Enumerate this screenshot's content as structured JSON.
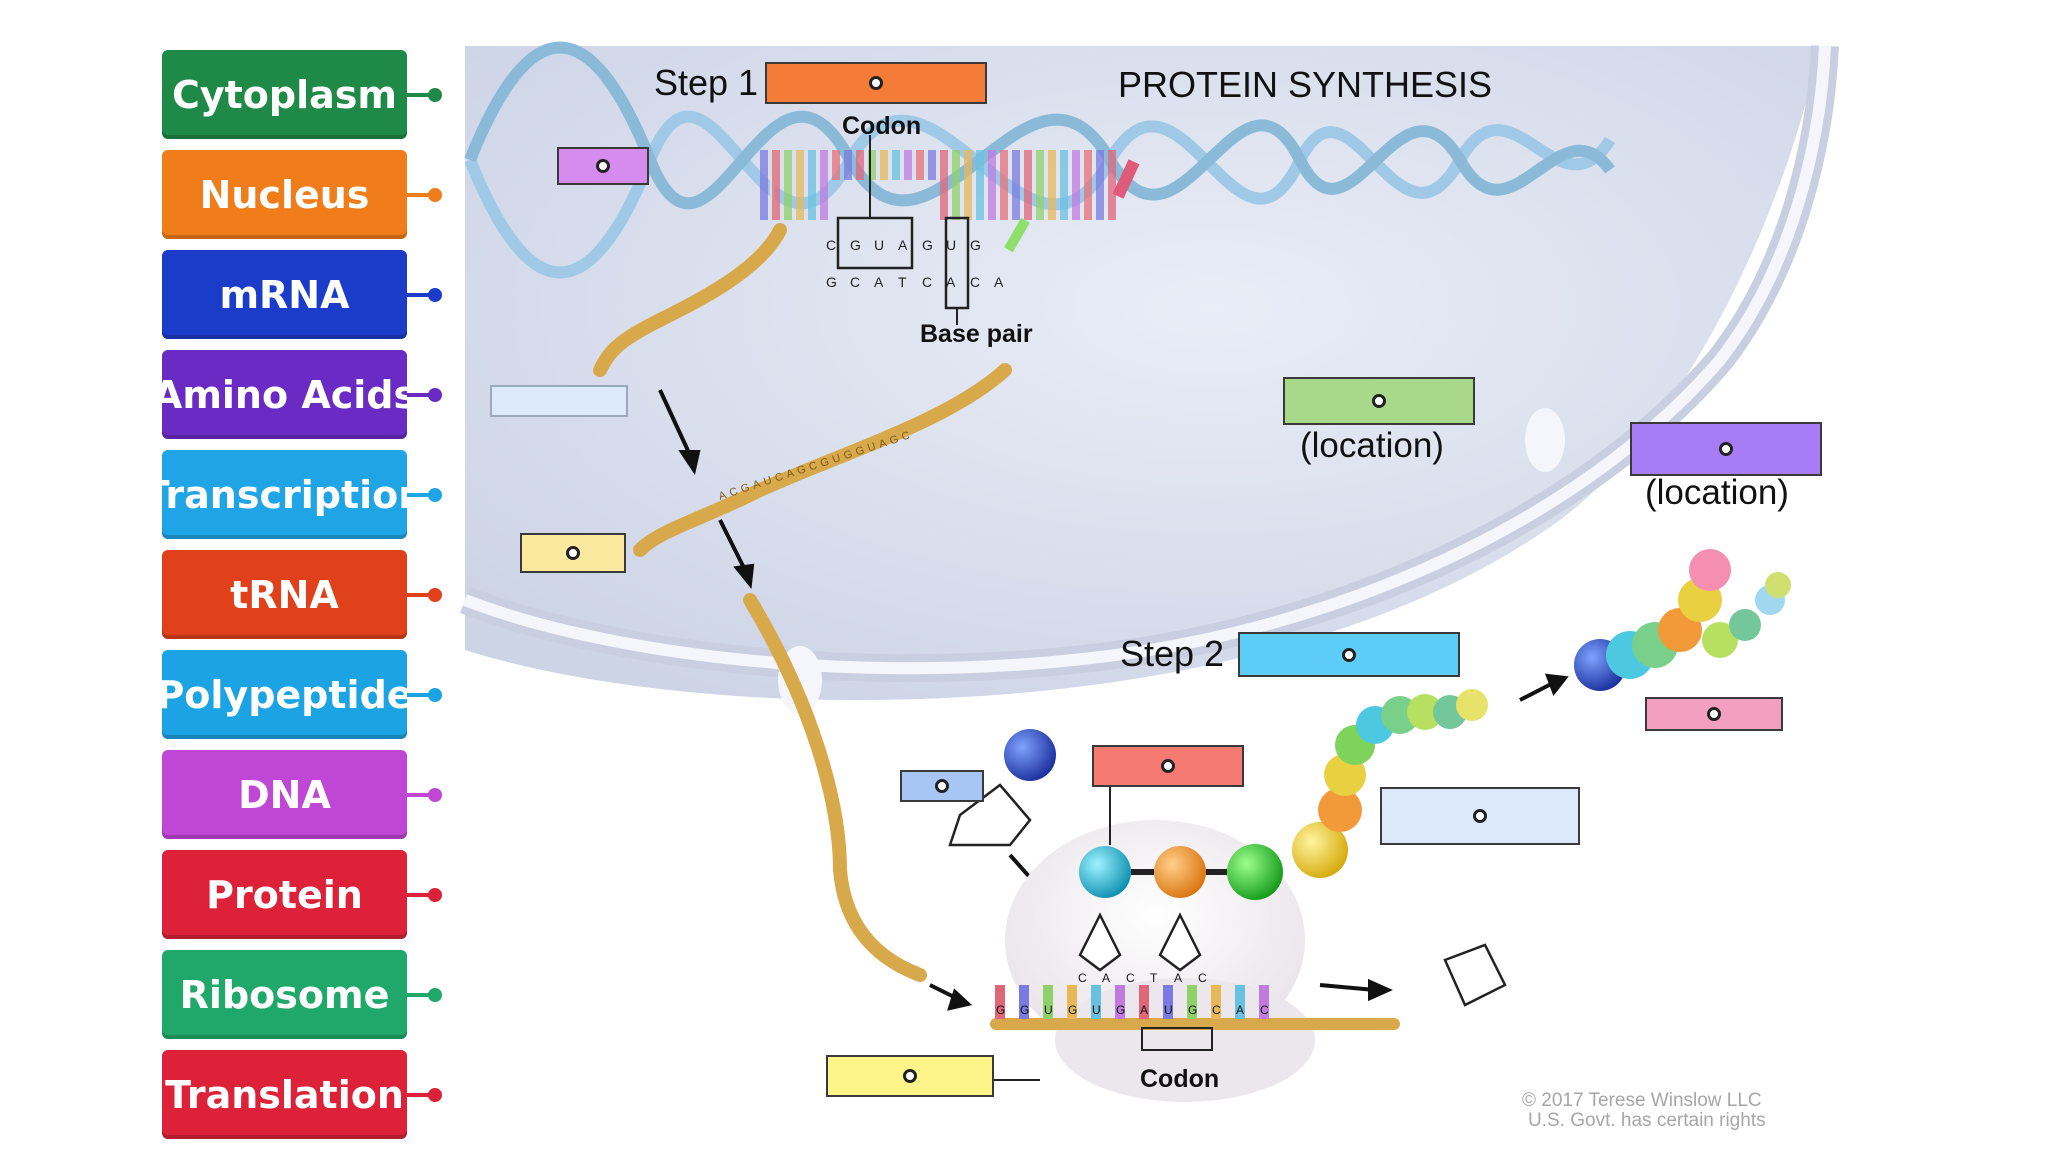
{
  "title": "PROTEIN SYNTHESIS",
  "step1_label": "Step 1",
  "step2_label": "Step 2",
  "codon_label": "Codon",
  "base_pair_label": "Base pair",
  "location_label": "(location)",
  "copyright_line1": "© 2017 Terese Winslow LLC",
  "copyright_line2": "U.S. Govt. has certain rights",
  "word_bank": [
    {
      "label": "Cytoplasm",
      "color": "#1f8a47"
    },
    {
      "label": "Nucleus",
      "color": "#f07d19"
    },
    {
      "label": "mRNA",
      "color": "#1b3bc9"
    },
    {
      "label": "Amino Acids",
      "color": "#6a2bc4"
    },
    {
      "label": "Transcription",
      "color": "#1fa5e6"
    },
    {
      "label": "tRNA",
      "color": "#e0401a"
    },
    {
      "label": "Polypeptide",
      "color": "#1ba3e3"
    },
    {
      "label": "DNA",
      "color": "#c046d6"
    },
    {
      "label": "Protein",
      "color": "#dc2138"
    },
    {
      "label": "Ribosome",
      "color": "#1fa86a"
    },
    {
      "label": "Translation",
      "color": "#dc2138"
    }
  ],
  "drop_zone_colors": {
    "step1": "#f47b38",
    "dna": "#d68bef",
    "light_blue": "#dbe9fb",
    "yellow": "#fbe9a0",
    "green": "#a8d98a",
    "purple": "#a77cf5",
    "step2": "#5ccdf7",
    "ribosome_aa": "#f47a72",
    "pink": "#f3a0c0",
    "bright_yellow": "#fdf48a",
    "blue": "#a8c6f3"
  },
  "dna_bases_top": [
    "C",
    "G",
    "U",
    "A",
    "G",
    "U",
    "G"
  ],
  "dna_bases_bottom": [
    "G",
    "C",
    "A",
    "T",
    "C",
    "A",
    "C",
    "A"
  ],
  "mrna_sequence": "ACGAUCAGCGUGGUAGC",
  "ribosome_bases_top": [
    "C",
    "A",
    "C",
    "T",
    "A",
    "C"
  ],
  "ribosome_bases_bottom": [
    "G",
    "G",
    "U",
    "G",
    "U",
    "G",
    "A",
    "U",
    "G",
    "C",
    "A",
    "C"
  ]
}
